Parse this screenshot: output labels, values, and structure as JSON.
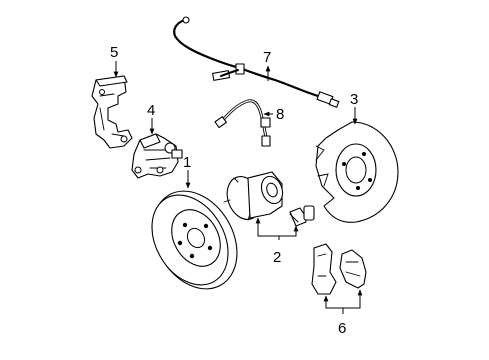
{
  "callouts": {
    "c1": "1",
    "c2": "2",
    "c3": "3",
    "c4": "4",
    "c5": "5",
    "c6": "6",
    "c7": "7",
    "c8": "8"
  },
  "parts": [
    {
      "callout": "1",
      "icon": "brake-rotor"
    },
    {
      "callout": "2",
      "icon": "hub-bearing-and-bolt"
    },
    {
      "callout": "3",
      "icon": "splash-shield"
    },
    {
      "callout": "4",
      "icon": "brake-caliper"
    },
    {
      "callout": "5",
      "icon": "caliper-support-bracket"
    },
    {
      "callout": "6",
      "icon": "brake-pads"
    },
    {
      "callout": "7",
      "icon": "abs-sensor-harness"
    },
    {
      "callout": "8",
      "icon": "brake-hose"
    }
  ]
}
